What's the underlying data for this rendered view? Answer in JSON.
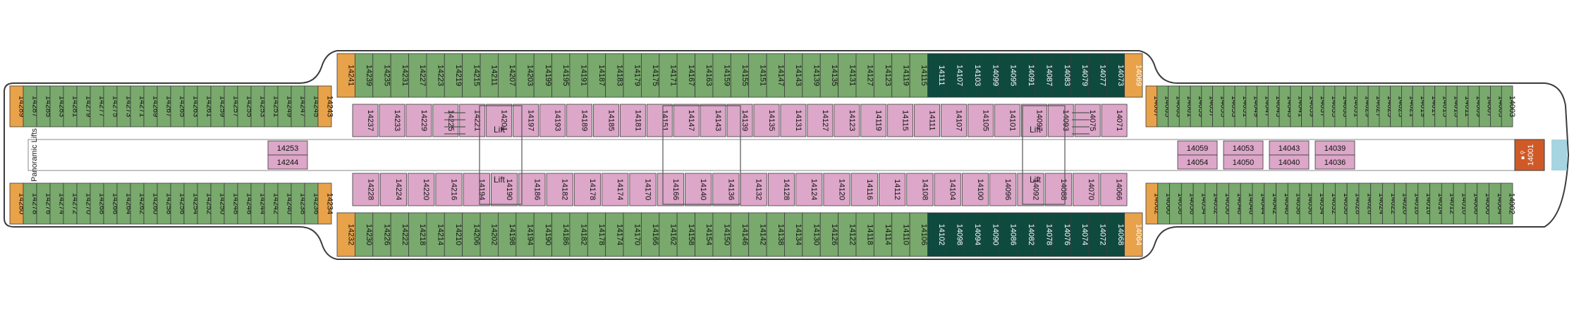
{
  "labels": {
    "lift": "Lift",
    "panoramic_lifts": "Panoramic Lifts",
    "suite_front": "14001",
    "suite_front_mark": "■ ⚲"
  },
  "colors": {
    "green_cabin": "#79a96d",
    "dark_green_cabin": "#0f4a3f",
    "pink_cabin": "#dca7c8",
    "orange_corner": "#e8a249",
    "red_suite": "#cf5a28",
    "blue_window": "#a6d4e0",
    "grey_cell": "#c9c9c9",
    "outline": "#3c3c3c"
  },
  "upper_row": [
    "14289",
    "14287",
    "14285",
    "14283",
    "14281",
    "14279",
    "14277",
    "14275",
    "14273",
    "14271",
    "14269",
    "14267",
    "14265",
    "14263",
    "14261",
    "14259",
    "14257",
    "14255",
    "14253",
    "14251",
    "14249",
    "14247",
    "14245",
    "14243",
    "14241",
    "14239",
    "14235",
    "14231",
    "14227",
    "14223",
    "14219",
    "14215",
    "14211",
    "14207",
    "14203",
    "14199",
    "14195",
    "14191",
    "14187",
    "14183",
    "14179",
    "14175",
    "14171",
    "14167",
    "14163",
    "14159",
    "14155",
    "14151",
    "14147",
    "14143",
    "14139",
    "14135",
    "14131",
    "14127",
    "14123",
    "14119",
    "14115",
    "14111",
    "14107",
    "14103",
    "14099",
    "14095",
    "14091",
    "14087",
    "14083",
    "14079",
    "14077",
    "14073",
    "14069",
    "14067",
    "14065",
    "14063",
    "14061",
    "14059",
    "14057",
    "14055",
    "14053",
    "14051",
    "14049",
    "14047",
    "14045",
    "14043",
    "14041",
    "14039",
    "14037",
    "14035",
    "14033",
    "14031",
    "14029",
    "14027",
    "14025",
    "14023",
    "14021",
    "14019",
    "14017",
    "14015",
    "14013",
    "14011",
    "14009",
    "14007",
    "14005",
    "14003"
  ],
  "lower_row": [
    "14280",
    "14278",
    "14276",
    "14274",
    "14272",
    "14270",
    "14268",
    "14266",
    "14264",
    "14262",
    "14260",
    "14258",
    "14256",
    "14254",
    "14252",
    "14250",
    "14248",
    "14246",
    "14244",
    "14242",
    "14240",
    "14238",
    "14236",
    "14234",
    "14232",
    "14230",
    "14226",
    "14222",
    "14218",
    "14214",
    "14210",
    "14206",
    "14202",
    "14198",
    "14194",
    "14190",
    "14186",
    "14182",
    "14178",
    "14174",
    "14170",
    "14166",
    "14162",
    "14158",
    "14154",
    "14150",
    "14146",
    "14142",
    "14138",
    "14134",
    "14130",
    "14126",
    "14122",
    "14118",
    "14114",
    "14110",
    "14106",
    "14102",
    "14098",
    "14094",
    "14090",
    "14086",
    "14082",
    "14078",
    "14076",
    "14074",
    "14072",
    "14068",
    "14064",
    "14062",
    "14060",
    "14058",
    "14056",
    "14054",
    "14052",
    "14050",
    "14048",
    "14046",
    "14044",
    "14042",
    "14040",
    "14038",
    "14036",
    "14034",
    "14032",
    "14030",
    "14028",
    "14026",
    "14024",
    "14022",
    "14020",
    "14018",
    "14016",
    "14014",
    "14012",
    "14010",
    "14008",
    "14006",
    "14004",
    "14002"
  ],
  "inner_upper": [
    "14237",
    "14233",
    "14229",
    "14225",
    "14221",
    "14201",
    "14197",
    "14193",
    "14189",
    "14185",
    "14181",
    "14151",
    "14147",
    "14143",
    "14139",
    "14135",
    "14131",
    "14127",
    "14123",
    "14119",
    "14115",
    "14111",
    "14107",
    "14105",
    "14101",
    "14097",
    "14093",
    "14075",
    "14071"
  ],
  "inner_lower": [
    "14228",
    "14224",
    "14220",
    "14216",
    "14194",
    "14190",
    "14186",
    "14182",
    "14178",
    "14174",
    "14170",
    "14166",
    "14140",
    "14136",
    "14132",
    "14128",
    "14124",
    "14120",
    "14116",
    "14112",
    "14108",
    "14104",
    "14100",
    "14096",
    "14092",
    "14088",
    "14070",
    "14066"
  ],
  "center_blocks": [
    {
      "a": "14253",
      "b": "14244"
    },
    {
      "a": "14059",
      "b": "14054"
    },
    {
      "a": "14053",
      "b": "14050"
    },
    {
      "a": "14043",
      "b": "14040"
    },
    {
      "a": "14039",
      "b": "14036"
    }
  ]
}
